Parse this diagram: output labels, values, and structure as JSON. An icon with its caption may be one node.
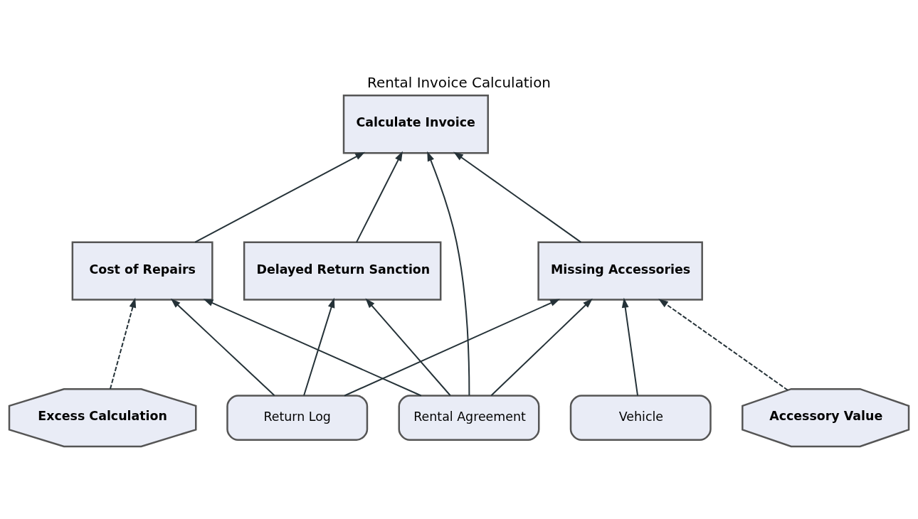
{
  "diagram": {
    "title": "Rental Invoice Calculation",
    "nodes": [
      {
        "text": [
          "Calculate Invoice"
        ]
      },
      {
        "text": [
          "Cost of Repairs"
        ]
      },
      {
        "text": [
          "Delayed Return Sanction"
        ]
      },
      {
        "text": [
          "Missing Accessories"
        ]
      },
      {
        "text": [
          "Excess Calculation"
        ]
      },
      {
        "text": [
          "Accessory Value"
        ]
      },
      {
        "text": [
          "Rental Agreement"
        ]
      },
      {
        "text": [
          "Return Log"
        ]
      },
      {
        "text": [
          "Vehicle"
        ]
      }
    ],
    "edges": [
      {
        "from": 1,
        "to": 0,
        "arrow": "to"
      },
      {
        "from": 6,
        "to": 0,
        "arrow": "to"
      },
      {
        "from": 2,
        "to": 0,
        "arrow": "to"
      },
      {
        "from": 3,
        "to": 0,
        "arrow": "to"
      },
      {
        "from": 4,
        "to": 1,
        "arrow": "to",
        "style": "dashed"
      },
      {
        "from": 6,
        "to": 1,
        "arrow": "to"
      },
      {
        "from": 7,
        "to": 1,
        "arrow": "to"
      },
      {
        "from": 6,
        "to": 2,
        "arrow": "to"
      },
      {
        "from": 7,
        "to": 2,
        "arrow": "to"
      },
      {
        "from": 6,
        "to": 3,
        "arrow": "to"
      },
      {
        "from": 7,
        "to": 3,
        "arrow": "to"
      },
      {
        "from": 8,
        "to": 3,
        "arrow": "to"
      },
      {
        "from": 5,
        "to": 3,
        "arrow": "to",
        "style": "dashed"
      }
    ]
  }
}
